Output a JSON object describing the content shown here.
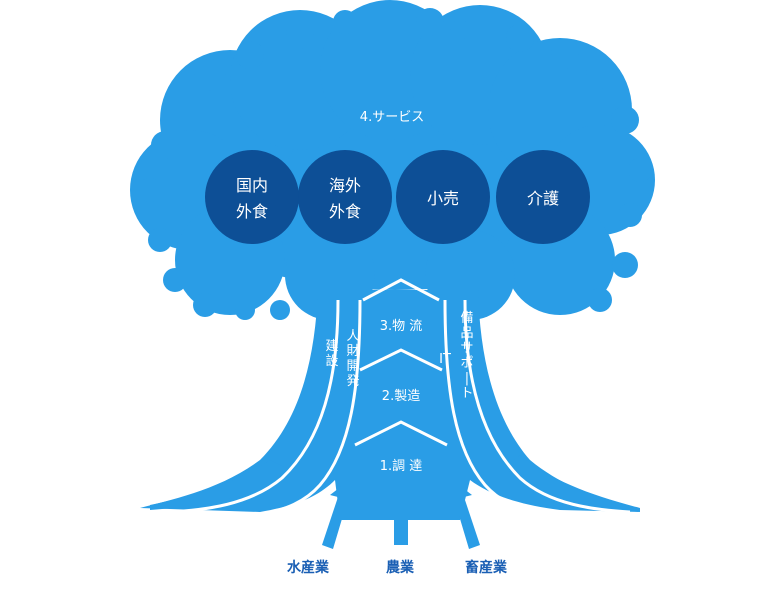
{
  "canopy": {
    "label": "4.サービス",
    "circles": [
      {
        "line1": "国内",
        "line2": "外食"
      },
      {
        "line1": "海外",
        "line2": "外食"
      },
      {
        "line1": "小売",
        "line2": ""
      },
      {
        "line1": "介護",
        "line2": ""
      }
    ]
  },
  "trunk": {
    "tiers": [
      "3.物 流",
      "2.製造",
      "1.調 達"
    ],
    "left_branches": [
      "建設",
      "人財開発"
    ],
    "right_branches": [
      "IT",
      "備品サポート"
    ]
  },
  "inputs": [
    "水産業",
    "農業",
    "畜産業"
  ],
  "colors": {
    "tree": "#2a9de6",
    "circle": "#0d4f96",
    "label": "#1a5fb4",
    "white": "#ffffff"
  }
}
